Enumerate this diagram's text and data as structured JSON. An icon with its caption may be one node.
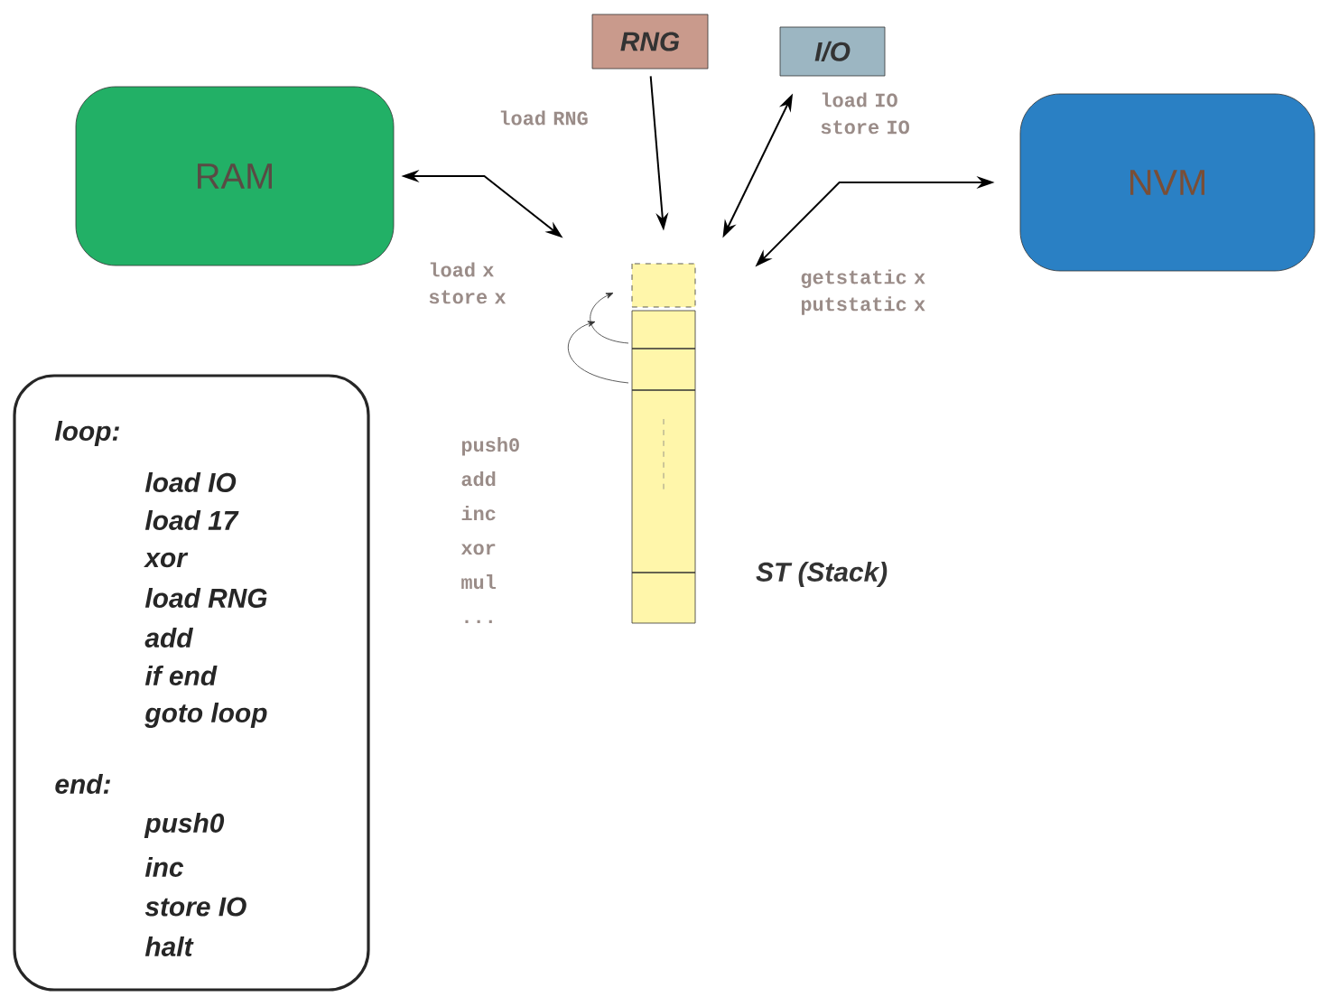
{
  "diagram": {
    "nodes": [
      {
        "text": [
          "RAM"
        ]
      },
      {
        "text": [
          "RNG"
        ]
      },
      {
        "text": [
          "I/O"
        ]
      },
      {
        "text": [
          "NVM"
        ]
      },
      {
        "text": [],
        "shape": "bar",
        "beside": [
          "ST (Stack)"
        ]
      },
      {
        "text": [
          "loop:",
          "load IO",
          "load 17",
          "xor",
          "load RNG",
          "add",
          "if end",
          "goto loop",
          "end:",
          "push0",
          "inc",
          "store IO",
          "halt"
        ]
      }
    ],
    "edges": [
      {
        "from": 0,
        "to": 4,
        "arrow": "both",
        "label": "load x store x"
      },
      {
        "from": 1,
        "to": 4,
        "arrow": "to",
        "label": "load RNG"
      },
      {
        "from": 2,
        "to": 4,
        "arrow": "both",
        "label": "load IO store IO"
      },
      {
        "from": 3,
        "to": 4,
        "arrow": "both",
        "label": "getstatic x putstatic x"
      }
    ],
    "labels": [
      "push0",
      "add",
      "inc",
      "xor",
      "mul",
      "..."
    ]
  }
}
